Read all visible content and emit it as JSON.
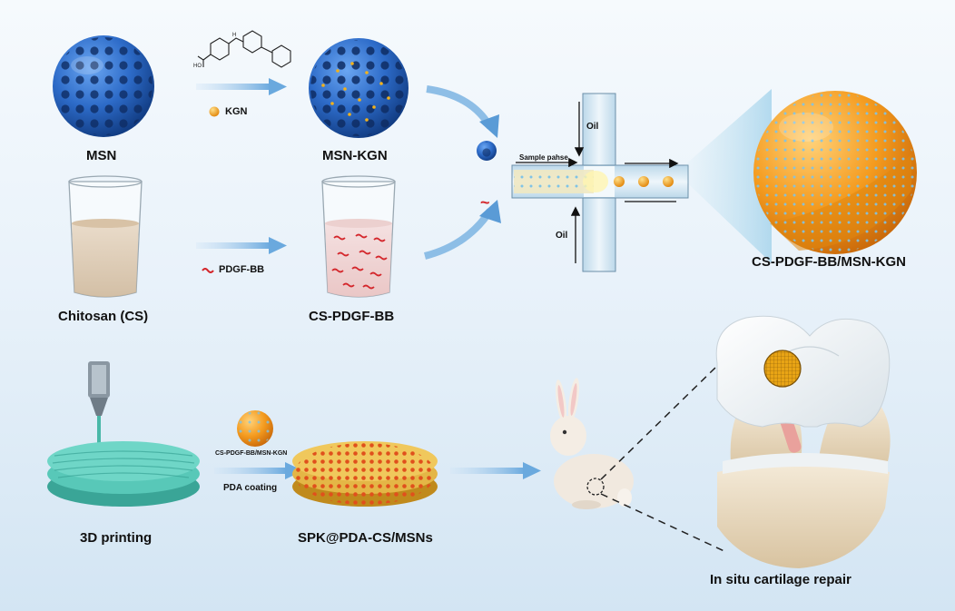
{
  "labels": {
    "msn": "MSN",
    "kgn_legend": "KGN",
    "msn_kgn": "MSN-KGN",
    "chitosan": "Chitosan (CS)",
    "pdgf_legend": "PDGF-BB",
    "cs_pdgf": "CS-PDGF-BB",
    "sample_phase": "Sample pahse",
    "oil_top": "Oil",
    "oil_bottom": "Oil",
    "microsphere": "CS-PDGF-BB/MSN-KGN",
    "printing": "3D printing",
    "ms_small": "CS-PDGF-BB/MSN-KGN",
    "pda_coating": "PDA coating",
    "scaffold": "SPK@PDA-CS/MSNs",
    "repair": "In situ cartilage repair",
    "tilde": "~"
  },
  "colors": {
    "msn_blue": "#2f6fc9",
    "kgn_yellow": "#f3b21a",
    "pdgf_red": "#d4262b",
    "filament_teal": "#58c8b8",
    "sphere_orange": "#f29a1f",
    "arrow_blue": "#7cb4e2"
  },
  "icons": [
    "kgn-molecule-structure",
    "nozzle-icon",
    "rabbit-icon",
    "knee-joint-icon"
  ]
}
